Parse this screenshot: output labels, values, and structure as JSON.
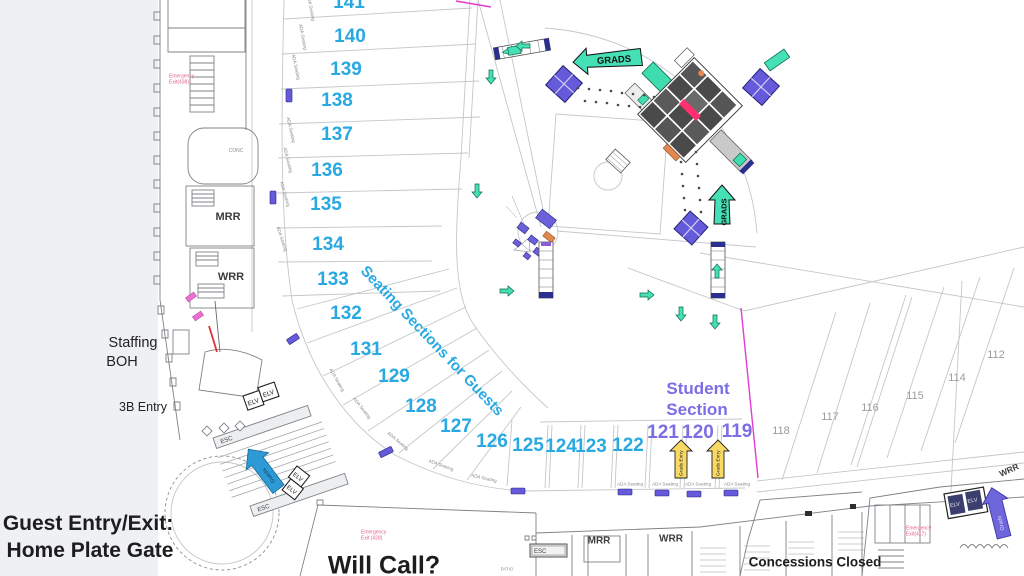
{
  "labels": {
    "staffing_line1": "Staffing",
    "staffing_line2": "BOH",
    "entry_3b": "3B Entry",
    "guest_entry_line1": "Guest Entry/Exit:",
    "guest_entry_line2": "Home Plate Gate",
    "will_call": "Will Call?",
    "concessions": "Concessions Closed",
    "seating_guests": "Seating Sections for Guests",
    "student_line1": "Student",
    "student_line2": "Section"
  },
  "sections": {
    "guest": [
      "141",
      "140",
      "139",
      "138",
      "137",
      "136",
      "135",
      "134",
      "133",
      "132",
      "131",
      "129",
      "128",
      "127",
      "126",
      "125",
      "124",
      "123",
      "122"
    ],
    "student": [
      "121",
      "120",
      "119"
    ],
    "closed": [
      "118",
      "117",
      "116",
      "115",
      "114",
      "112"
    ]
  },
  "rooms": {
    "mrr": "MRR",
    "wrr": "WRR",
    "conc": "CONC",
    "patio": "PATIO",
    "esc": "ESC",
    "elv": "ELV"
  },
  "arrows": {
    "grads": "GRADS",
    "grads_entry": "Grads Entry",
    "guests": "Guests",
    "grads_small": "Grads"
  },
  "ada_label": "ADA Seating",
  "emergency": {
    "e438": "Emergency Exit(438)",
    "e428": "Emergency Exit (428)",
    "e417": "Emergency Exit(417)"
  },
  "colors": {
    "guest_section_text": "#29a9e1",
    "student_section_text": "#7a6ee4",
    "closed_section_text": "#9c9c9c",
    "grads_teal": "#45e0b5",
    "grads_entry_yellow": "#f8d963",
    "guests_blue": "#2d9ad6",
    "grads_purple": "#7066db",
    "boundary_magenta": "#e23bd4",
    "ada_marker_purple": "#655ad9",
    "emergency_pink": "#e0608e",
    "stage_pink": "#ff2f70",
    "outside_gray": "#eef0f3"
  }
}
